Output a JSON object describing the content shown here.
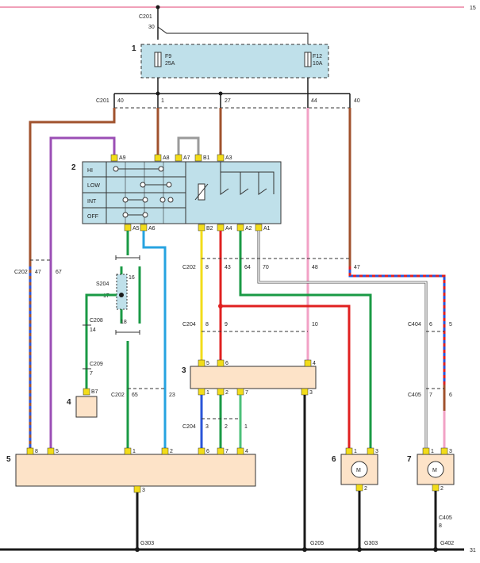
{
  "rails": {
    "top": "15",
    "bottom": "31"
  },
  "fuse_box": {
    "number": "1",
    "fuses": [
      {
        "name": "F9",
        "rating": "25A"
      },
      {
        "name": "F12",
        "rating": "10A"
      }
    ]
  },
  "connectors": {
    "c201_top": "C201",
    "c201_top_pin": "30",
    "c201": "C201",
    "c201_pins": [
      "40",
      "1",
      "27",
      "44",
      "40"
    ],
    "c202_left": "C202",
    "c202_left_pins": [
      "47",
      "67"
    ],
    "c202_mid": "C202",
    "c202_mid_pins": [
      "8",
      "43",
      "64",
      "70",
      "48",
      "47"
    ],
    "c204": "C204",
    "c204_pins": [
      "8",
      "9",
      "10"
    ],
    "c204_low": "C204",
    "c204_low_pins": [
      "3",
      "2",
      "1"
    ],
    "c208": "C208",
    "c208_pin": "14",
    "c209": "C209",
    "c209_pin": "7",
    "c202_low": "C202",
    "c202_low_pins": [
      "65",
      "23"
    ],
    "c404": "C404",
    "c404_pins": [
      "6",
      "5"
    ],
    "c405": "C405",
    "c405_pins": [
      "7",
      "6"
    ],
    "c405_low": "C405",
    "c405_low_pin": "8",
    "s204": "S204",
    "s204_pins": [
      "16",
      "17",
      "18"
    ]
  },
  "switch": {
    "number": "2",
    "positions": [
      "HI",
      "LOW",
      "INT",
      "OFF"
    ],
    "top_pins": [
      "A9",
      "A8",
      "A7",
      "B1",
      "A3"
    ],
    "bottom_pins": [
      "A5",
      "A6",
      "B2",
      "A4",
      "A2",
      "A1"
    ]
  },
  "module3": {
    "number": "3",
    "top_pins": [
      "5",
      "6",
      "4"
    ],
    "bottom_pins": [
      "1",
      "2",
      "7",
      "3"
    ]
  },
  "module4": {
    "number": "4",
    "pin": "B7"
  },
  "module5": {
    "number": "5",
    "top_pins": [
      "8",
      "5",
      "1",
      "2",
      "6",
      "7",
      "4"
    ],
    "bottom_pin": "3"
  },
  "motor6": {
    "number": "6",
    "symbol": "M",
    "top_pins": [
      "1",
      "3"
    ],
    "bottom_pin": "2"
  },
  "motor7": {
    "number": "7",
    "symbol": "M",
    "top_pins": [
      "1",
      "3"
    ],
    "bottom_pin": "2"
  },
  "grounds": [
    "G303",
    "G205",
    "G303",
    "G402"
  ],
  "colors": {
    "brown": "#a0522d",
    "violet": "#9b4fb5",
    "red": "#e02020",
    "blue": "#2a55d8",
    "green": "#1a9a45",
    "light_green": "#4cc07a",
    "yellow": "#f2dc1a",
    "pink": "#f2a2c6",
    "gray": "#9a9a9a",
    "light_blue": "#27a3e0",
    "black": "#1a1a1a",
    "component": "#fde3c8",
    "module_bg": "#bfe0ea",
    "rail_top": "#f0a0b8"
  }
}
